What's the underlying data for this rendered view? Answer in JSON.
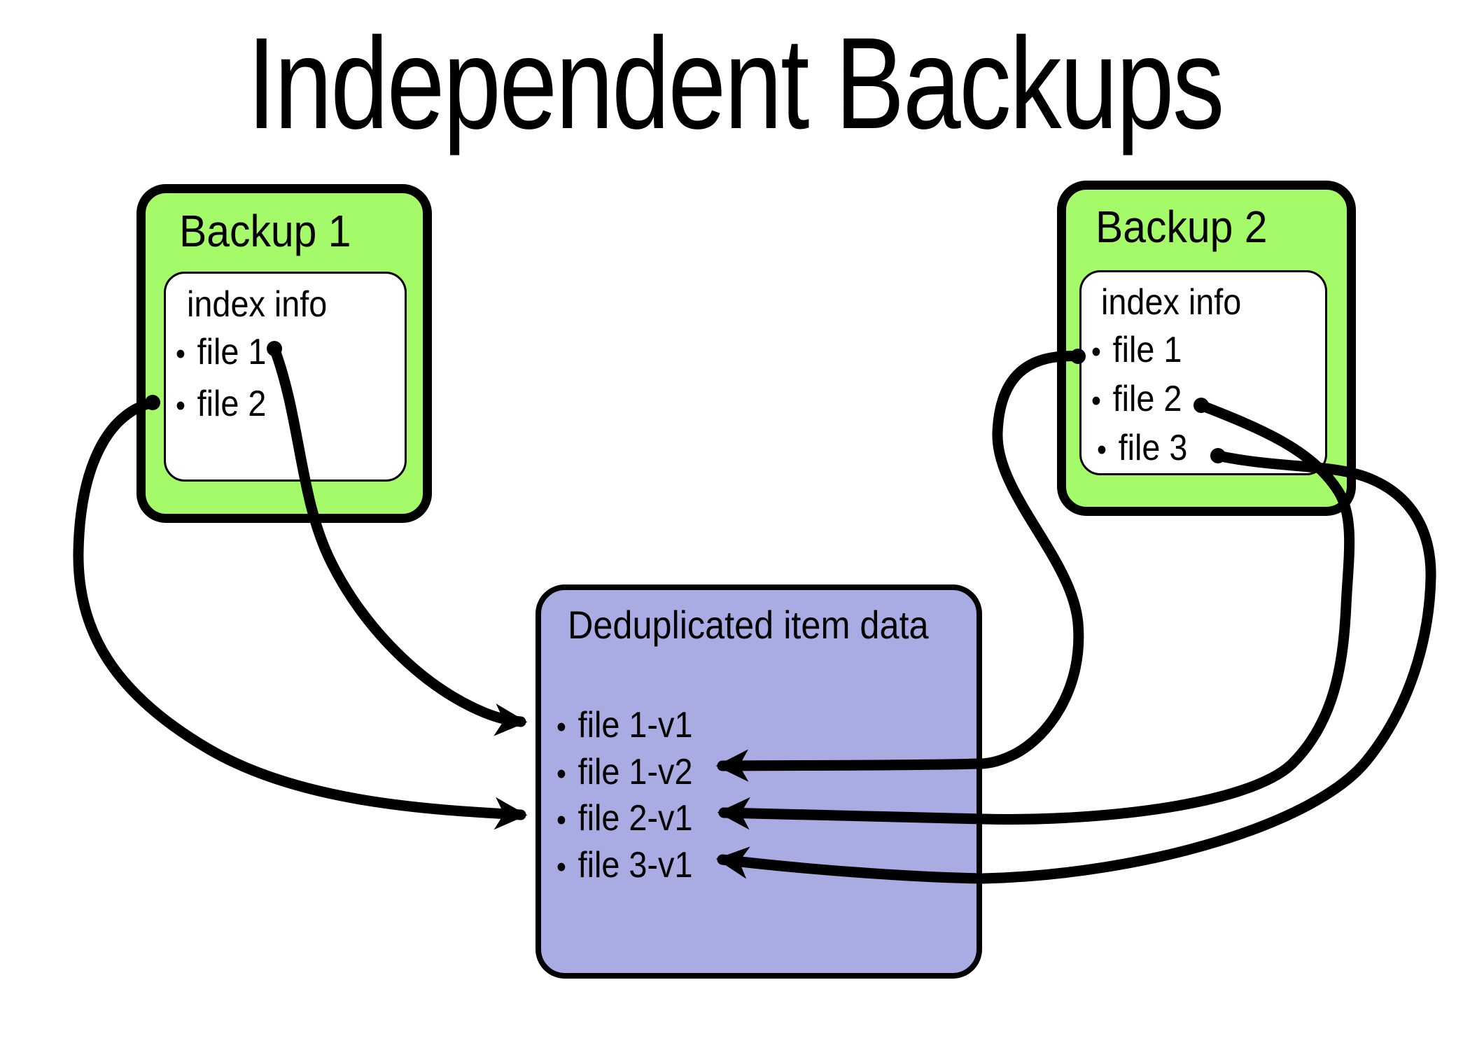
{
  "title": "Independent Backups",
  "colors": {
    "box_green": "#A4FA68",
    "box_purple": "#A9ACE3",
    "outline": "#000000",
    "inner_box": "#FFFFFF"
  },
  "backup1": {
    "label": "Backup 1",
    "index_title": "index info",
    "files": [
      "file 1",
      "file 2"
    ]
  },
  "backup2": {
    "label": "Backup 2",
    "index_title": "index info",
    "files": [
      "file 1",
      "file 2",
      "file 3"
    ]
  },
  "dedup": {
    "label": "Deduplicated item data",
    "items": [
      "file 1-v1",
      "file 1-v2",
      "file 2-v1",
      "file 3-v1"
    ]
  },
  "connections": [
    {
      "from": "Backup 1 / file 1",
      "to": "file 1-v1"
    },
    {
      "from": "Backup 1 / file 2",
      "to": "file 2-v1"
    },
    {
      "from": "Backup 2 / file 1",
      "to": "file 1-v2"
    },
    {
      "from": "Backup 2 / file 2",
      "to": "file 2-v1"
    },
    {
      "from": "Backup 2 / file 3",
      "to": "file 3-v1"
    }
  ]
}
